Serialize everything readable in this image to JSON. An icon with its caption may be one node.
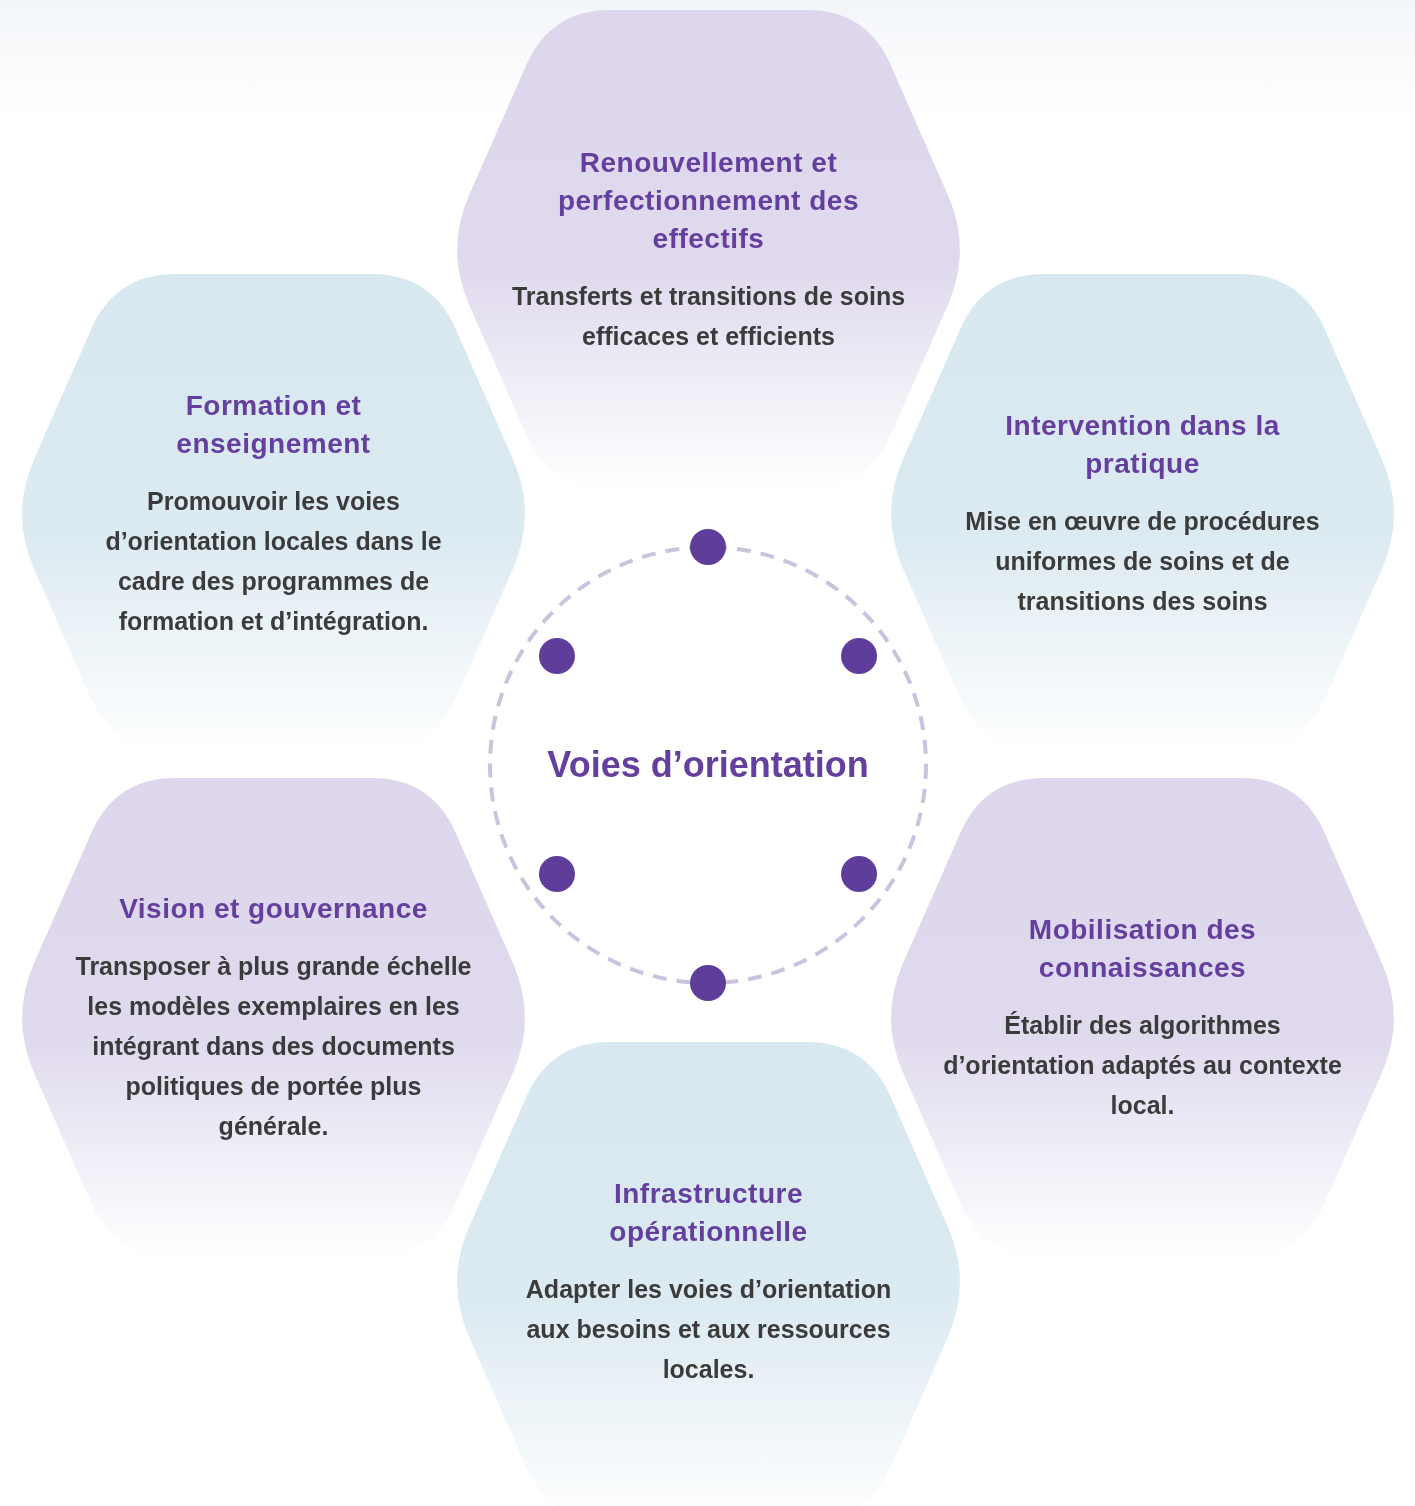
{
  "diagram": {
    "nodes": [
      {
        "text": [
          "Renouvellement et perfectionnement des effectifs",
          "Transferts et transitions de soins efficaces et efficients"
        ]
      },
      {
        "text": [
          "Formation et enseignement",
          "Promouvoir les voies d’orientation locales dans le cadre des programmes de formation et d’intégration."
        ]
      },
      {
        "text": [
          "Intervention dans la pratique",
          "Mise en œuvre de procédures uniformes de soins et de transitions des soins"
        ]
      },
      {
        "text": [
          "Voies d’orientation"
        ]
      },
      {
        "text": [
          "Vision et gouvernance",
          "Transposer à plus grande échelle les modèles exemplaires en les intégrant dans des documents politiques de portée plus générale."
        ]
      },
      {
        "text": [
          "Mobilisation des connaissances",
          "Établir des algorithmes d’orientation adaptés au contexte local."
        ]
      },
      {
        "text": [
          "Infrastructure opérationnelle",
          "Adapter les voies d’orientation aux besoins et aux ressources locales."
        ]
      }
    ]
  }
}
